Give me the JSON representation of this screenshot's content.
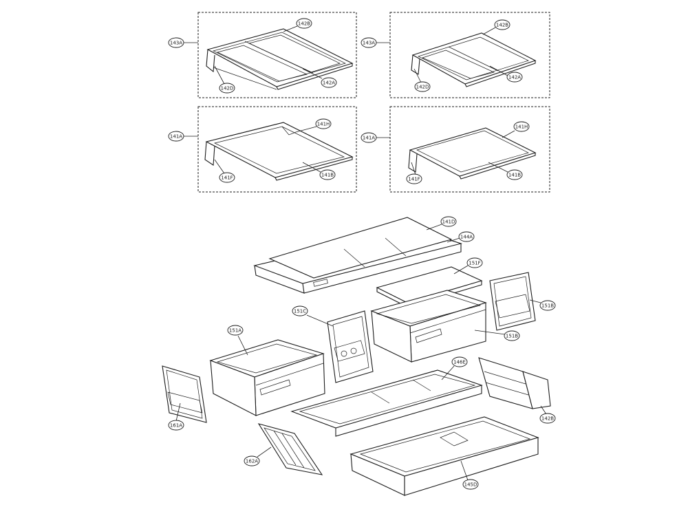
{
  "callouts": {
    "c143a_top": "143A",
    "c142b_top": "142B",
    "c142d_top": "142D",
    "c142a_top": "142A",
    "c143a_right": "143A",
    "c142b_right": "142B",
    "c142d_right": "142D",
    "c142a_right": "142A",
    "c141a_left": "141A",
    "c141h_left": "141H",
    "c141f_left": "141F",
    "c141b_left": "141B",
    "c141a_right": "141A",
    "c141h_right": "141H",
    "c141f_right": "141F",
    "c141b_right": "141B",
    "c141d": "141D",
    "c144a": "144A",
    "c151a_top": "151A",
    "c151c": "151C",
    "c151f": "151F",
    "c151b_right": "151B",
    "c151b_mid": "151B",
    "c146e": "146E",
    "c161a": "161A",
    "c162a": "162A",
    "c142b_bottom": "142B",
    "c145d": "145D"
  }
}
